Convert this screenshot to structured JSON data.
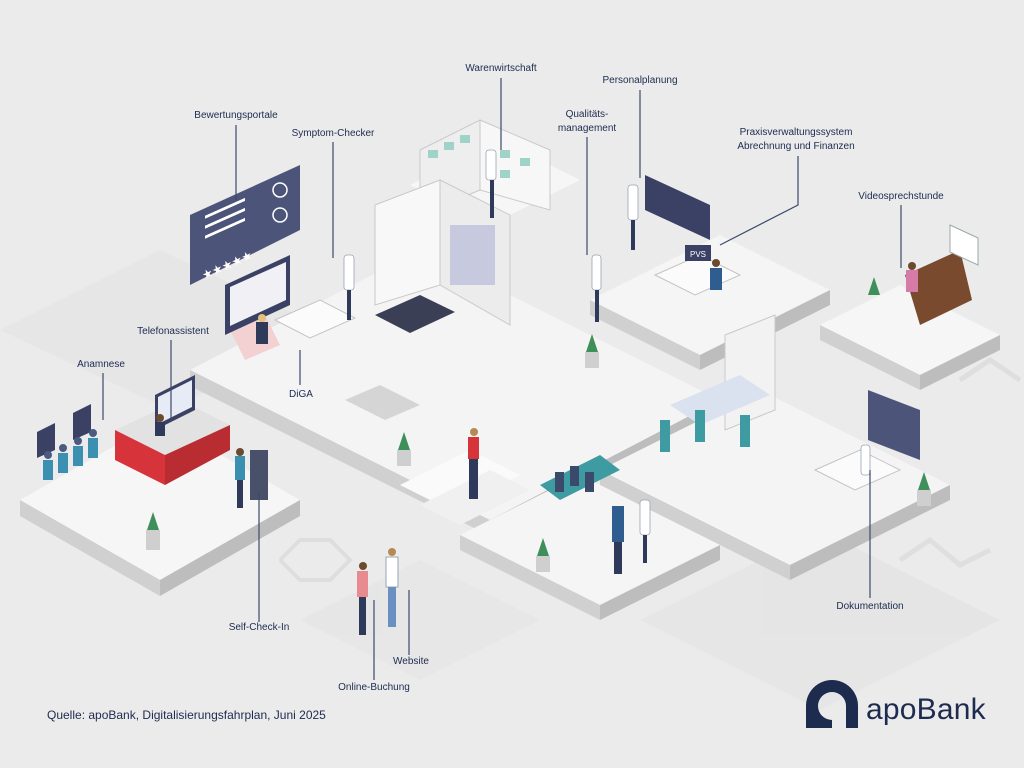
{
  "labels": {
    "warenwirtschaft": "Warenwirtschaft",
    "personalplanung": "Personalplanung",
    "bewertungsportale": "Bewertungsportale",
    "symptom_checker": "Symptom-Checker",
    "qualitaet_line1": "Qualitäts-",
    "qualitaet_line2": "management",
    "pvs_line1": "Praxisverwaltungssystem",
    "pvs_line2": "Abrechnung und Finanzen",
    "videosprechstunde": "Videosprechstunde",
    "telefonassistent": "Telefonassistent",
    "anamnese": "Anamnese",
    "diga": "DiGA",
    "self_check_in": "Self-Check-In",
    "website": "Website",
    "online_buchung": "Online-Buchung",
    "dokumentation": "Dokumentation",
    "pvs_sign": "PVS"
  },
  "footer": {
    "source": "Quelle: apoBank, Digitalisierungsfahrplan, Juni 2025",
    "brand": "apoBank"
  },
  "colors": {
    "navy": "#1d2b4f",
    "leader_line": "#3b4a6b",
    "background": "#ebebeb",
    "accent_red": "#d6343a",
    "plant_green": "#3f8f5a",
    "teal": "#3e9ba1"
  },
  "icons": [
    "star-icon",
    "smiley-icon",
    "heart-icon",
    "plant-icon",
    "logo-icon"
  ]
}
